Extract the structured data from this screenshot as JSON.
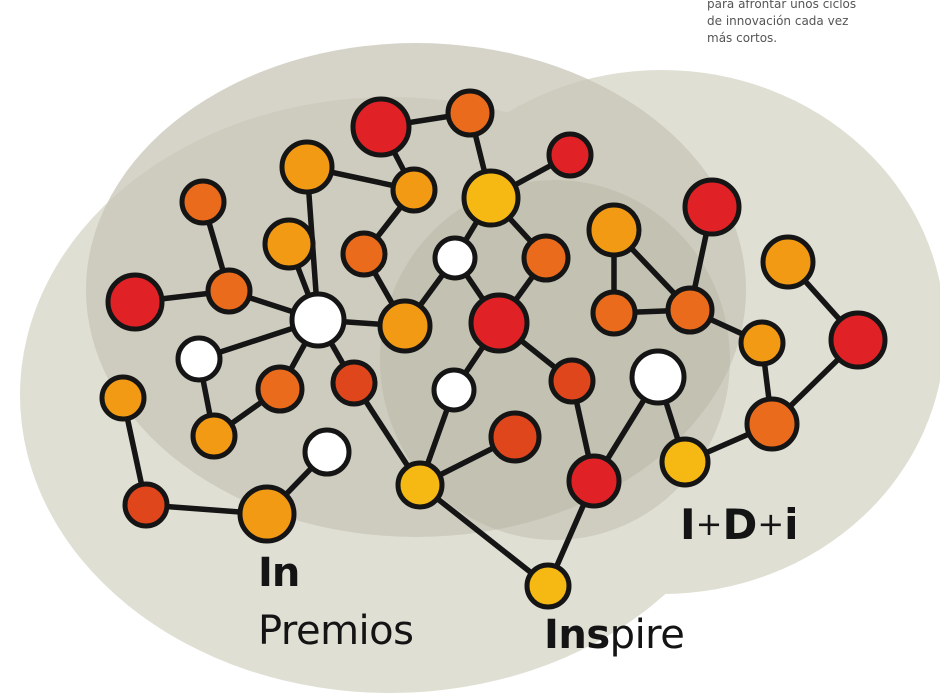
{
  "caption_lines": [
    "para afrontar unos ciclos",
    "de innovación cada vez",
    "más cortos."
  ],
  "labels": {
    "in": "In",
    "premios": "Premios",
    "inspire_bold": "Ins",
    "inspire_rest": "pire",
    "idi_i1": "I",
    "idi_plus1": "+",
    "idi_d": "D",
    "idi_plus2": "+",
    "idi_i2": "i"
  },
  "colors": {
    "circle_light": "#e0dfd4",
    "circle_mid": "#c8c6b7",
    "circle_dark": "#aeac9b",
    "edge": "#151515",
    "node_red": "#e02227",
    "node_redorange": "#e0461c",
    "node_orange": "#ea6b1b",
    "node_amber": "#f29a13",
    "node_yellow": "#f6b813",
    "node_white": "#ffffff"
  }
}
